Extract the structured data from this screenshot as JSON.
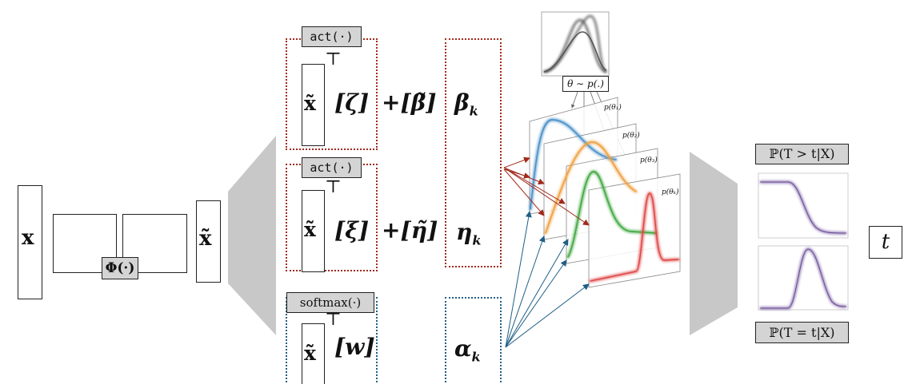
{
  "input": {
    "x_label": "x",
    "phi_label": "Φ(·)",
    "x_tilde_label": "x̃"
  },
  "branches": [
    {
      "activation": "act(·)",
      "x_tilde": "x̃",
      "transpose": "⊤",
      "weight": "[ζ]",
      "bias": "+[β̃]",
      "output": "β",
      "output_sub": "k"
    },
    {
      "activation": "act(·)",
      "x_tilde": "x̃",
      "transpose": "⊤",
      "weight": "[ξ]",
      "bias": "+[η̃]",
      "output": "η",
      "output_sub": "k"
    },
    {
      "activation": "softmax(·)",
      "x_tilde": "x̃",
      "transpose": "⊤",
      "weight": "[w]",
      "output": "α",
      "output_sub": "k"
    }
  ],
  "prior": {
    "label": "θ ∼ p(.)"
  },
  "planes": [
    {
      "label": "p(θ₁)",
      "color": "#4a90c8"
    },
    {
      "label": "p(θ₂)",
      "color": "#f0a040"
    },
    {
      "label": "p(θ₃)",
      "color": "#40a840"
    },
    {
      "label": "p(θₖ)",
      "color": "#e04848"
    }
  ],
  "outputs": {
    "survival_label": "ℙ(T > t|X)",
    "density_label": "ℙ(T = t|X)",
    "t_label": "t",
    "curve_color": "#8a70b0"
  },
  "colors": {
    "red_dotted": "#a02a1c",
    "blue_dotted": "#1f5f85",
    "funnel_gray": "#c8c8c8",
    "label_gray": "#d4d4d4"
  }
}
